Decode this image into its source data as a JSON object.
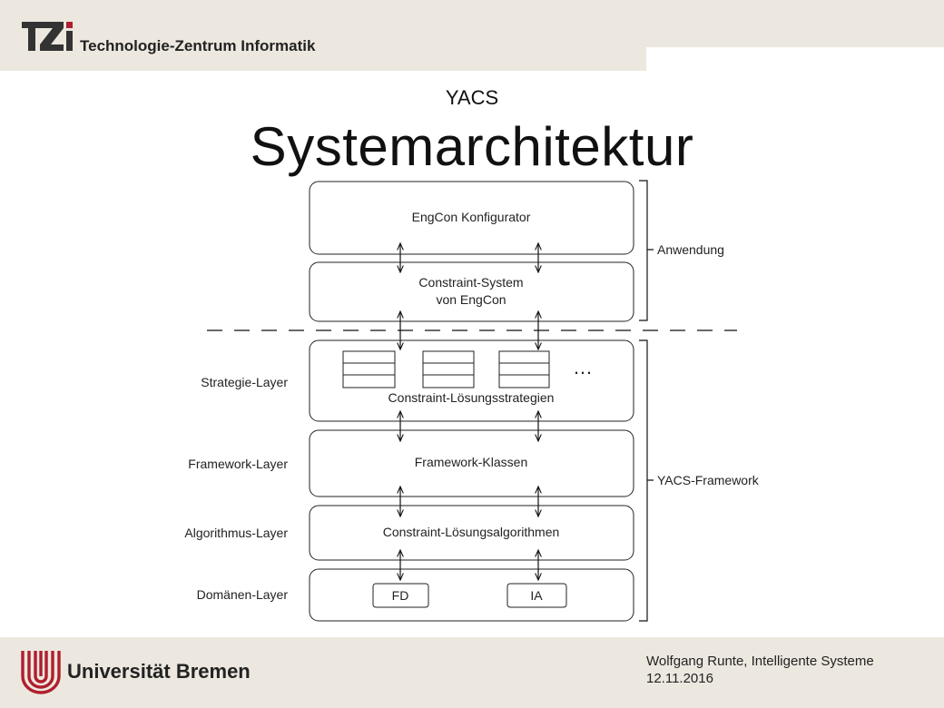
{
  "header": {
    "logo_text": "TZi",
    "org_name": "Technologie-Zentrum Informatik"
  },
  "slide": {
    "subtitle": "YACS",
    "title": "Systemarchitektur"
  },
  "diagram": {
    "boxes": {
      "engcon": "EngCon Konfigurator",
      "constraint_system_line1": "Constraint-System",
      "constraint_system_line2": "von EngCon",
      "strategies": "Constraint-Lösungsstrategien",
      "ellipsis": "…",
      "framework": "Framework-Klassen",
      "algorithms": "Constraint-Lösungsalgorithmen",
      "domain_fd": "FD",
      "domain_ia": "IA"
    },
    "layer_labels": [
      "Strategie-Layer",
      "Framework-Layer",
      "Algorithmus-Layer",
      "Domänen-Layer"
    ],
    "brackets": {
      "application": "Anwendung",
      "framework": "YACS-Framework"
    }
  },
  "footer": {
    "university": "Universität Bremen",
    "author_line": "Wolfgang Runte, Intelligente Systeme",
    "date": "12.11.2016"
  }
}
